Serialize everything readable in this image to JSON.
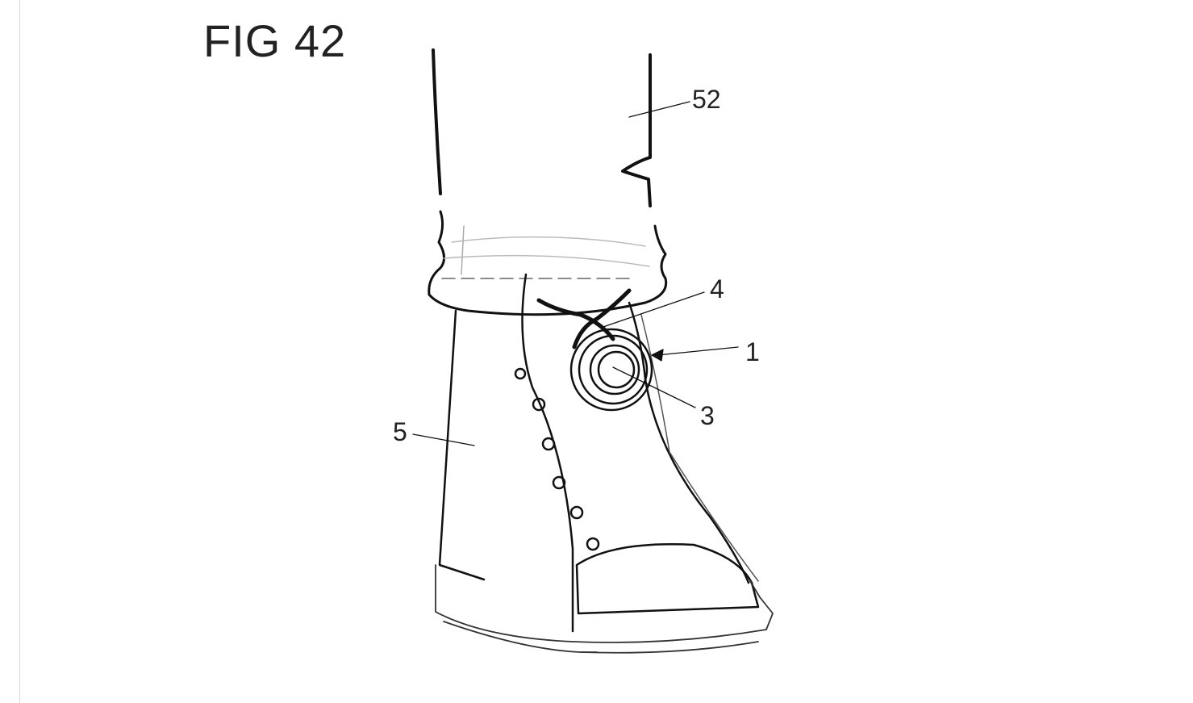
{
  "figure": {
    "title": "FIG 42",
    "labels": {
      "leg": "52",
      "lace": "4",
      "device": "1",
      "center": "3",
      "boot": "5"
    }
  }
}
